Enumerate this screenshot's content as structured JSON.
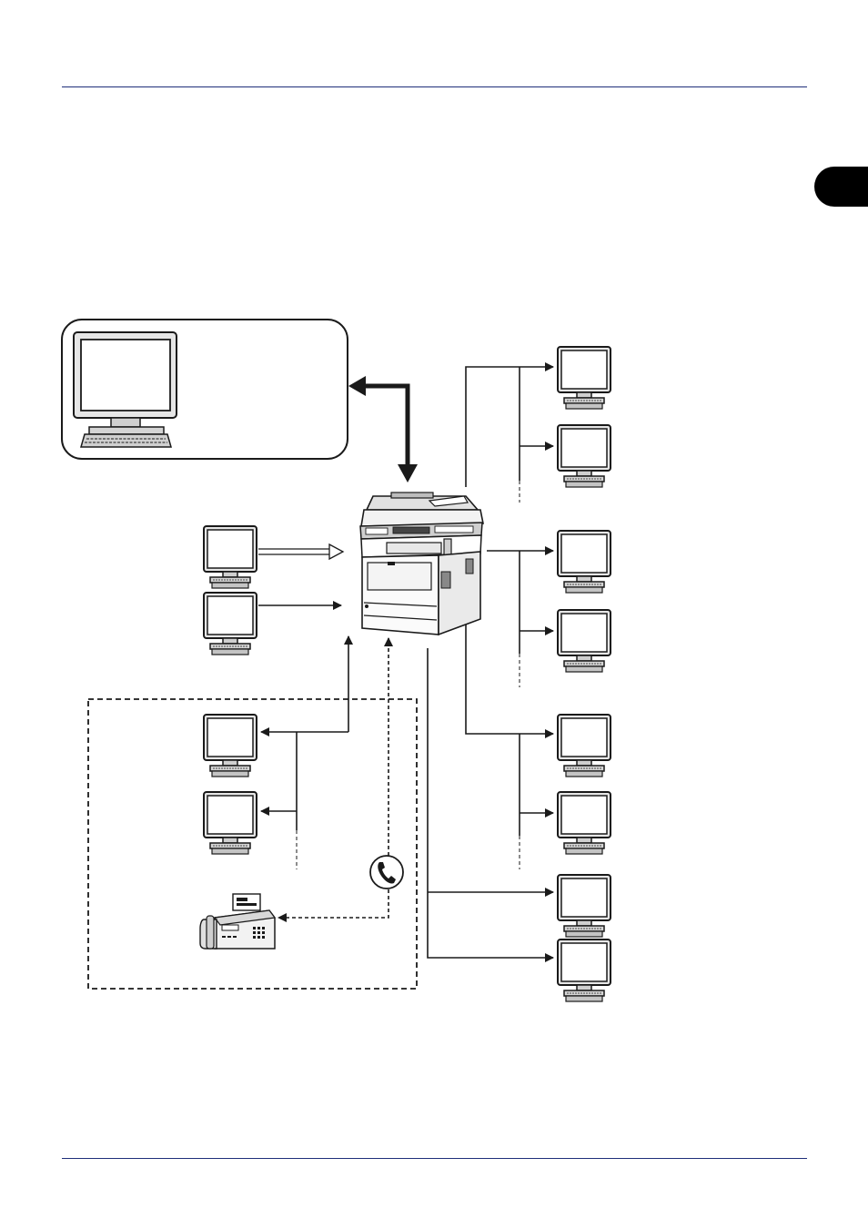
{
  "colors": {
    "rule": "#1f2f7a",
    "chapter_tab": "#000000",
    "stroke": "#1a1a1a",
    "screen_outer": "#d9d9d9",
    "screen_inner": "#ffffff"
  },
  "diagram": {
    "nodes": [
      {
        "id": "admin-pc",
        "icon": "computer-with-keyboard-icon"
      },
      {
        "id": "mfp",
        "icon": "multifunction-printer-icon"
      },
      {
        "id": "pc-left-1",
        "icon": "monitor-icon"
      },
      {
        "id": "pc-left-2",
        "icon": "monitor-icon"
      },
      {
        "id": "pc-net-1",
        "icon": "monitor-icon"
      },
      {
        "id": "pc-net-2",
        "icon": "monitor-icon"
      },
      {
        "id": "fax-machine",
        "icon": "fax-machine-icon"
      },
      {
        "id": "phone-line",
        "icon": "phone-icon"
      },
      {
        "id": "pc-right-1",
        "icon": "monitor-icon"
      },
      {
        "id": "pc-right-2",
        "icon": "monitor-icon"
      },
      {
        "id": "pc-right-3",
        "icon": "monitor-icon"
      },
      {
        "id": "pc-right-4",
        "icon": "monitor-icon"
      },
      {
        "id": "pc-right-5",
        "icon": "monitor-icon"
      },
      {
        "id": "pc-right-6",
        "icon": "monitor-icon"
      },
      {
        "id": "pc-right-7",
        "icon": "monitor-icon"
      },
      {
        "id": "pc-right-8",
        "icon": "monitor-icon"
      }
    ]
  }
}
